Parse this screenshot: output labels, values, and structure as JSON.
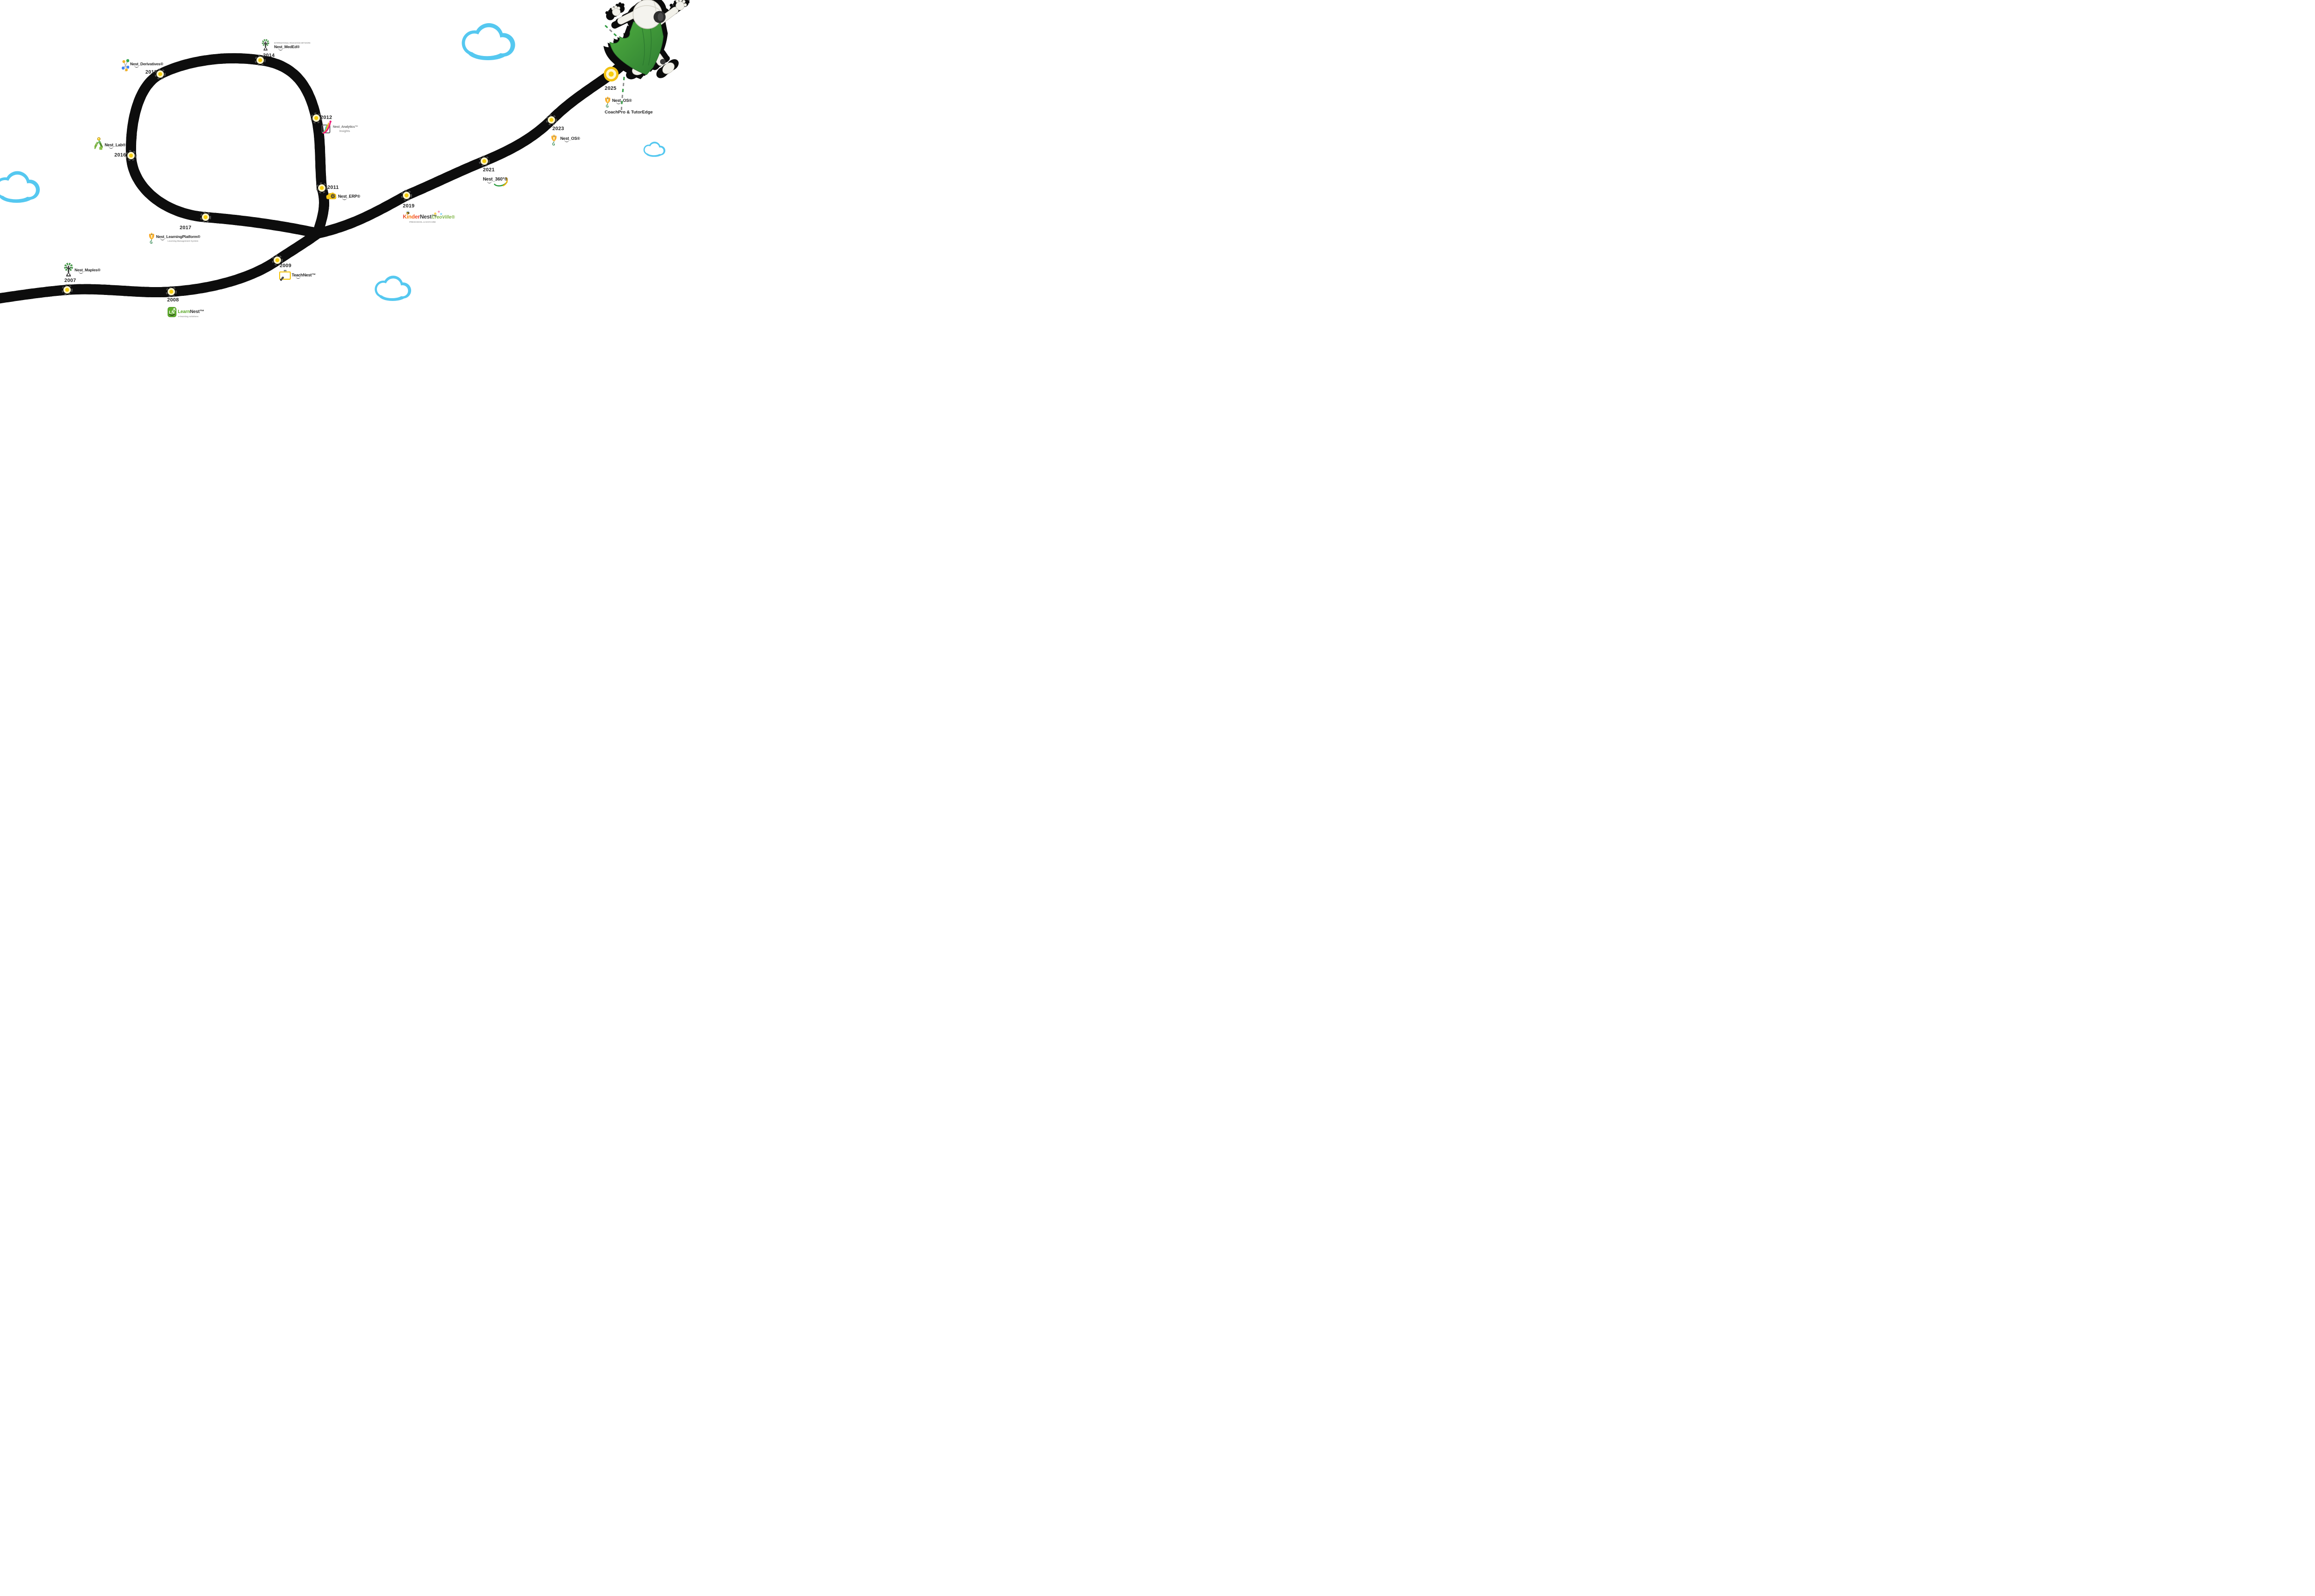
{
  "title": "Company journey timeline (road with loop, 2007-2025)",
  "colors": {
    "road": "#0d0d0d",
    "road_center_dash_green": "#2f9e41",
    "road_center_dash_gray": "#8f8f8f",
    "marker_ring": "#4a4a4a",
    "marker_cream": "#fbf3c7",
    "marker_yellow": "#f7ce0e",
    "marker_2025_ring": "#f2c211",
    "cloud_blue": "#55c8f0",
    "cloud_white": "#ffffff",
    "cape_green": "#3f9b40",
    "text_dark": "#262626",
    "text_gray": "#9b9b9b"
  },
  "icons": [
    "tree-icon",
    "ln-badge-icon",
    "whiteboard-icon",
    "cloud-gear-icon",
    "growth-curves-icon",
    "molecule-icon",
    "tools-a-icon",
    "tulip-icon",
    "bee-icon",
    "doodle-stars-icon",
    "orbit-swoosh-icon",
    "cloud-icon",
    "robot-mascot",
    "road-path",
    "year-marker"
  ],
  "timeline": {
    "milestones": [
      {
        "year": "2007",
        "name": "Nest_Maples®"
      },
      {
        "year": "2008",
        "name_part1": "Learn",
        "name_part2": "Nest™",
        "badge": "LN",
        "subtitle": "e-learning solutions"
      },
      {
        "year": "2009",
        "name": "TeachNest™"
      },
      {
        "year": "2011",
        "name": "Nest_ERP®"
      },
      {
        "year": "2012",
        "name": "Nest_Analytics™",
        "subtitle": "Insights"
      },
      {
        "year": "2014",
        "name": "Nest_MedEd®",
        "topline": "INTERNATIONAL EDUCATION NETWORK"
      },
      {
        "year": "2015",
        "name": "Nest_Derivatives®"
      },
      {
        "year": "2016",
        "name": "Nest_Lab®"
      },
      {
        "year": "2017",
        "name": "Nest_LearningPlatform®",
        "subtitle": "Learning Management System"
      },
      {
        "year": "2019",
        "name_part1": "Kinder",
        "name_part2": "Nest™",
        "subtitle": "PRESCHOOL & DAYCARE",
        "extra": "CreoVille®"
      },
      {
        "year": "2021",
        "name": "Nest_360°®"
      },
      {
        "year": "2023",
        "name": "Nest_OS®"
      },
      {
        "year": "2025",
        "name": "Nest_OS®",
        "extra": "CoachPro & TutorEdge"
      }
    ]
  }
}
